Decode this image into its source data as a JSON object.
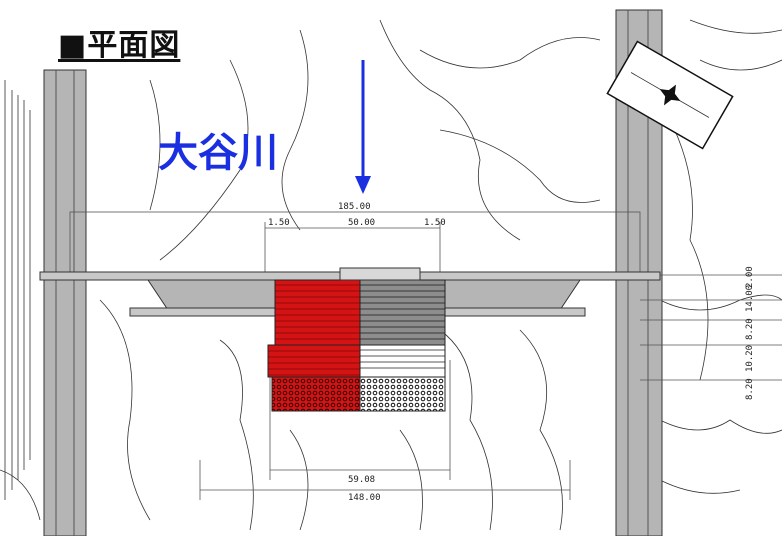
{
  "title": "■平面図",
  "river_label": "大谷川",
  "dimensions": {
    "top_total": "185.00",
    "top_left": "1.50",
    "top_center": "50.00",
    "top_right": "1.50",
    "bottom_inner": "59.08",
    "bottom_total": "148.00",
    "right_1": "2.00",
    "right_2": "14.00",
    "right_3": "8.20",
    "right_4": "10.20",
    "right_5": "8.20"
  },
  "icons": {
    "flow_arrow": "down-arrow-icon",
    "north_marker": "compass-icon"
  },
  "colors": {
    "river_label": "#1a2fe0",
    "flow_arrow": "#1a2fe0",
    "highlight": "#d41414",
    "structure": "#b5b5b5"
  }
}
